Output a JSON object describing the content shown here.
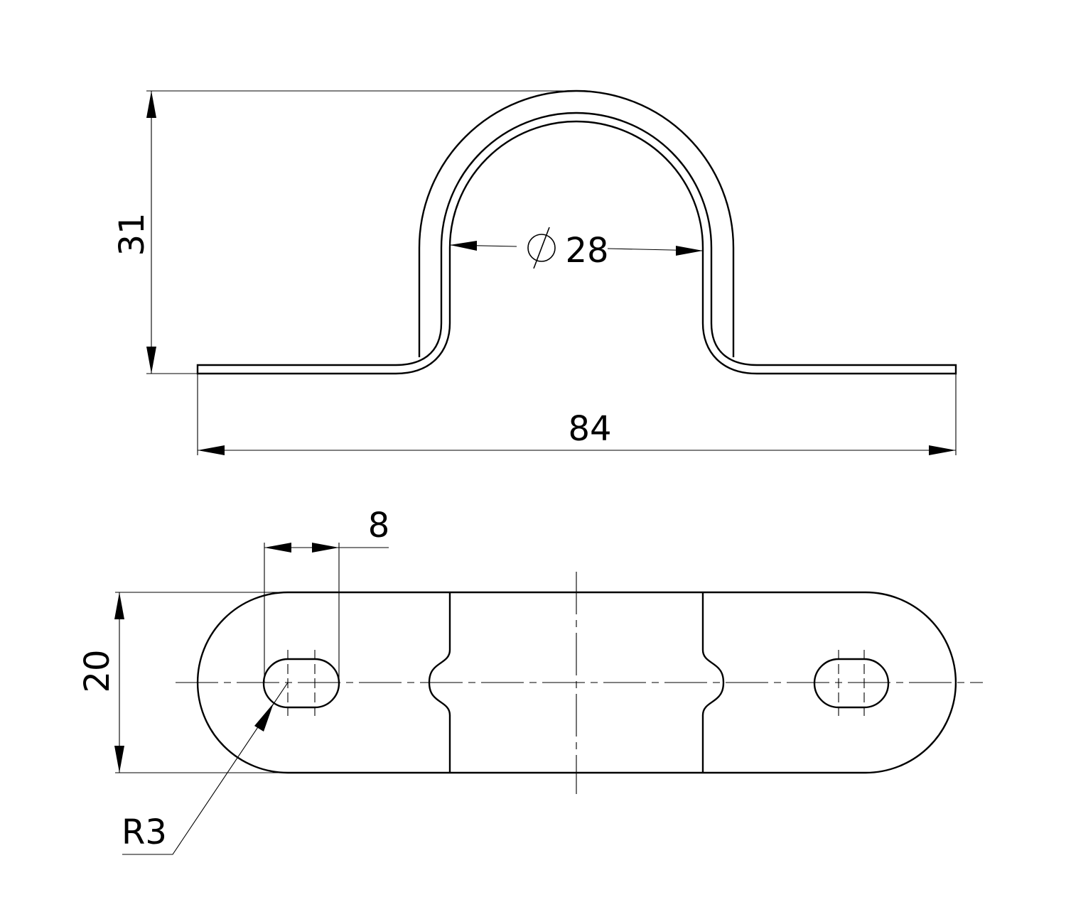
{
  "drawing": {
    "side_view": {
      "height_dim": "31",
      "width_dim": "84",
      "diameter_dim": "28",
      "diameter_symbol": "diameter-icon"
    },
    "top_view": {
      "slot_length_dim": "8",
      "width_dim": "20",
      "radius_dim": "R3"
    }
  }
}
